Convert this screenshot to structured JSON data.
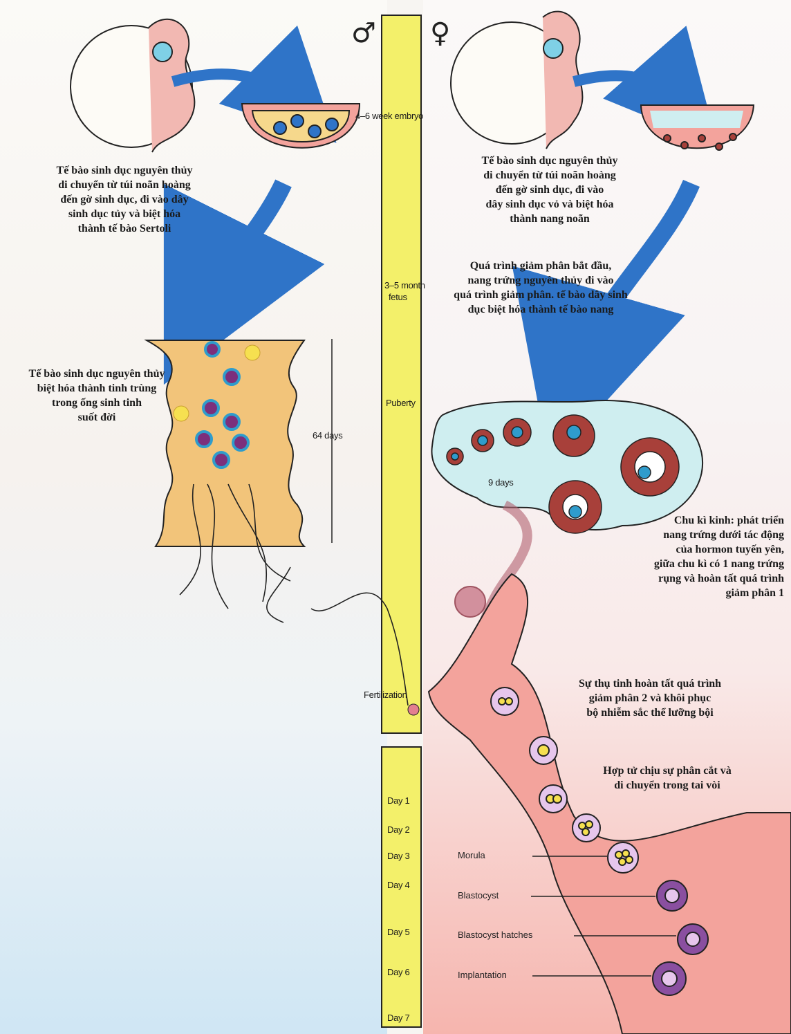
{
  "symbols": {
    "male": "♂",
    "female": "♀"
  },
  "timeline": {
    "embryo": "4–6 week embryo",
    "fetus_line1": "3–5 month",
    "fetus_line2": "fetus",
    "puberty": "Puberty",
    "fertilization": "Fertilization",
    "days": [
      "Day 1",
      "Day 2",
      "Day 3",
      "Day 4",
      "Day 5",
      "Day 6",
      "Day 7"
    ]
  },
  "male_labels": {
    "migration": [
      "Tế bào sinh dục nguyên thủy",
      "di chuyển từ túi noãn hoàng",
      "đến gờ sinh dục, đi vào dây",
      "sinh dục tủy và biệt hóa",
      "thành tế bào Sertoli"
    ],
    "spermatogenesis": [
      "Tế bào sinh dục nguyên thủy",
      "biệt hóa thành tinh trùng",
      "trong ống sinh tinh",
      "suốt đời"
    ],
    "duration": "64 days"
  },
  "female_labels": {
    "migration": [
      "Tế bào sinh dục nguyên thủy",
      "di chuyển từ túi noãn hoàng",
      "đến gờ sinh dục, đi vào",
      "dây sinh dục vỏ và biệt hóa",
      "thành nang noãn"
    ],
    "meiosis": [
      "Quá trình giảm phân bắt đầu,",
      "nang trứng nguyên thủy đi vào",
      "quá trình giảm phân. tế bào dây sinh",
      "dục biệt hóa thành tế bào nang"
    ],
    "cycle_duration": "9 days",
    "menstrual": [
      "Chu kì kinh: phát triển",
      "nang trứng dưới tác động",
      "của hormon tuyến yên,",
      "giữa chu kì có 1 nang trứng",
      "rụng và hoàn tất quá trình",
      "giảm phân 1"
    ],
    "fertilization": [
      "Sự thụ tinh hoàn tất quá trình",
      "giảm phân 2 và khôi phục",
      "bộ nhiễm sắc thể lưỡng bội"
    ],
    "cleavage": [
      "Hợp tử chịu sự phân cắt và",
      "di chuyển trong tai vòi"
    ]
  },
  "stages": [
    "Morula",
    "Blastocyst",
    "Blastocyst hatches",
    "Implantation"
  ],
  "colors": {
    "timeline": "#f3f06a",
    "arrow": "#2f74c8",
    "tubule": "#f2c47a",
    "ovary": "#cfeef0",
    "follicle": "#a8403a",
    "tube": "#f3a39c"
  }
}
